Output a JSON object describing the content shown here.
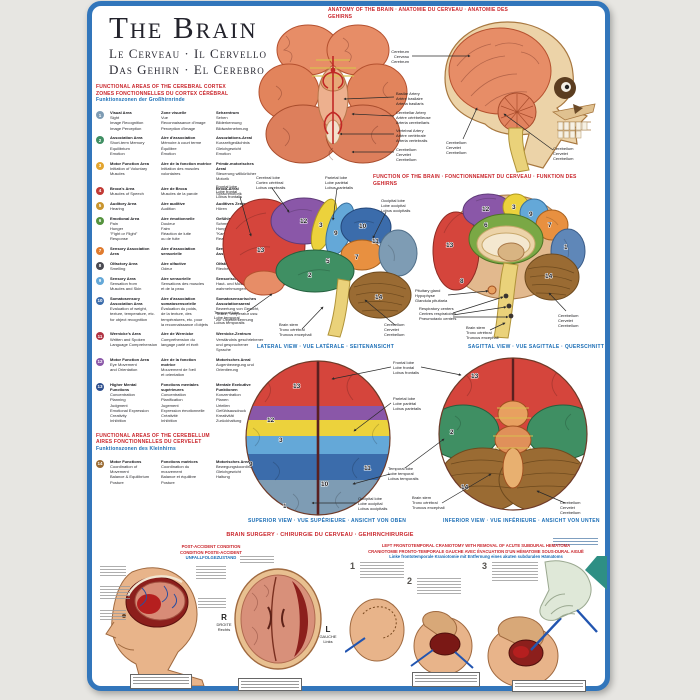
{
  "title": {
    "main": "The Brain",
    "sub1": "Le Cerveau · Il Cervello",
    "sub2": "Das Gehirn · El Cerebro"
  },
  "headers": {
    "anatomy": "ANATOMY OF THE BRAIN · ANATOMIE DU CERVEAU · ANATOMIE DES GEHIRNS",
    "function": "FUNCTION OF THE BRAIN · FONCTIONNEMENT DU CERVEAU · FUNKTION DES GEHIRNS",
    "surgery": "BRAIN SURGERY · CHIRURGIE DU CERVEAU · GEHIRNCHIRURGIE",
    "cortex_en": "FUNCTIONAL AREAS OF THE CEREBRAL CORTEX",
    "cortex_fr": "ZONES FONCTIONNELLES DU CORTEX CÉRÉBRAL",
    "cortex_de": "Funktionszonen der Großhirnrinde",
    "cereb_en": "FUNCTIONAL AREAS OF THE CEREBELLUM",
    "cereb_fr": "AIRES FONCTIONNELLES DU CERVELET",
    "cereb_de": "Funktionszonen des Kleinhirns"
  },
  "captions": {
    "lateral": "LATERAL VIEW · VUE LATÉRALE · SEITENANSICHT",
    "sagittal": "SAGITTAL VIEW · VUE SAGITTALE · QUERSCHNITT",
    "superior": "SUPERIOR VIEW · VUE SUPÉRIEURE · ANSICHT VON OBEN",
    "inferior": "INFERIOR VIEW · VUE INFÉRIEURE · ANSICHT VON UNTEN"
  },
  "labels": {
    "basilar": "Basilar Artery\nArtère basilaire\nArteria basilaris",
    "cerebellar_artery": "Cerebellar Artery\nArtère cérébelleuse\nArteria cerebellaris",
    "vertebral": "Vertebral Artery\nArtère vertébrale\nArteria vertebralis",
    "cerebrum": "Cerebrum\nCerveau\nCerebrum",
    "cerebellum": "Cerebellum\nCervelet\nCerebellum",
    "frontal": "Frontal lobe\nLobe frontal\nLobus frontalis",
    "cerebral": "Cerebral lobe\nCortex cérébral\nLobus cerebralis",
    "parietal": "Parietal lobe\nLobe pariétal\nLobus parietalis",
    "occipital": "Occipital lobe\nLobe occipital\nLobus occipitalis",
    "temporal": "Temporal lobe\nLobe temporal\nLobus temporalis",
    "brainstem": "Brain stem\nTronc cérébral\nTruncus encephali",
    "pituitary": "Pituitary gland\nHypophyse\nGlandula pituitaria",
    "respiratory": "Respiratory centers\nCentres respiratoires\nPneumotaxic centers"
  },
  "cortex_items": [
    {
      "n": "1",
      "color": "#7e9cb4",
      "en_t": "Visual Area",
      "en_b": "Sight\nImage Recognition\nImage Perception",
      "fr_t": "Zone visuelle",
      "fr_b": "Vue\nReconnaissance d'image\nPerception d'image",
      "de_t": "Sehzentrum",
      "de_b": "Sehen\nBilderkennung\nBildwahrnehmung"
    },
    {
      "n": "2",
      "color": "#3f8f63",
      "en_t": "Association Area",
      "en_b": "Short-term Memory\nEquilibrium\nEmotion",
      "fr_t": "Aire d'association",
      "fr_b": "Mémoire à court terme\nÉquilibre\nÉmotion",
      "de_t": "Assoziations-Areal",
      "de_b": "Kurzzeitgedächtnis\nGleichgewicht\nEmotion"
    },
    {
      "n": "3",
      "color": "#e3a52f",
      "en_t": "Motor Function Area",
      "en_b": "Initiation of Voluntary\nMuscles",
      "fr_t": "Aire de la fonction motrice",
      "fr_b": "Initiation des muscles\nvolontaires",
      "de_t": "Primär-motorisches Areal",
      "de_b": "Steuerung willkürlicher\nMotorik"
    },
    {
      "n": "4",
      "color": "#c23a35",
      "en_t": "Broca's Area",
      "en_b": "Muscles of Speech",
      "fr_t": "Aire de Broca",
      "fr_b": "Muscles de la parole",
      "de_t": "Broca-Areal",
      "de_b": "Sprachmotorik"
    },
    {
      "n": "5",
      "color": "#c9952e",
      "en_t": "Auditory Area",
      "en_b": "Hearing",
      "fr_t": "Aire auditive",
      "fr_b": "Audition",
      "de_t": "Auditives Zentrum",
      "de_b": "Hören"
    },
    {
      "n": "6",
      "color": "#55933e",
      "en_t": "Emotional Area",
      "en_b": "Pain\nHunger\n\"Fight or Flight\"\nResponse",
      "fr_t": "Aire émotionnelle",
      "fr_b": "Douleur\nFaim\nRéaction de lutte\nou de fuite",
      "de_t": "Gefühlszentrum",
      "de_b": "Schmerz\nHunger\n\"Kampf/Flucht\"-\nReaktion"
    },
    {
      "n": "7",
      "color": "#e07b2e",
      "en_t": "Sensory Association\nArea",
      "en_b": "",
      "fr_t": "Aire d'association\nsensorielle",
      "fr_b": "",
      "de_t": "Sensorisches\nAssoziationsareal",
      "de_b": ""
    },
    {
      "n": "8",
      "color": "#4a4a52",
      "en_t": "Olfactory Area",
      "en_b": "Smelling",
      "fr_t": "Aire olfactive",
      "fr_b": "Odeur",
      "de_t": "Olfaktorisches Areal",
      "de_b": "Riechen"
    },
    {
      "n": "9",
      "color": "#64a8d8",
      "en_t": "Sensory Area",
      "en_b": "Sensation from\nMuscles and Skin",
      "fr_t": "Aire sensorielle",
      "fr_b": "Sensations des muscles\net de la peau",
      "de_t": "Sensorisches Areal",
      "de_b": "Haut- und Muskel-\nwahrnehmungen"
    },
    {
      "n": "10",
      "color": "#3b6cab",
      "en_t": "Somatosensory\nAssociation Area",
      "en_b": "Evaluation of weight,\ntexture, temperature, etc.\nfor object recognition",
      "fr_t": "Aire d'association\nsomatosensorielle",
      "fr_b": "Évaluation du poids,\nde la texture, des\ntempératures, etc. pour\nla reconnaissance d'objets",
      "de_t": "Somatosensorisches\nAssoziationsareal",
      "de_b": "Bewertung von Gewicht,\nTextur, Temperatur usw.\nzur Objekterkennung"
    },
    {
      "n": "11",
      "color": "#b03343",
      "en_t": "Wernicke's Area",
      "en_b": "Written and Spoken\nLanguage Comprehension",
      "fr_t": "Aire de Wernicke",
      "fr_b": "Compréhension du\nlangage parlé et écrit",
      "de_t": "Wernicke-Zentrum",
      "de_b": "Verständnis geschriebener\nund gesprochener Sprache"
    },
    {
      "n": "12",
      "color": "#8a57a8",
      "en_t": "Motor Function Area",
      "en_b": "Eye Movement\nand Orientation",
      "fr_t": "Aire de la fonction\nmotrice",
      "fr_b": "Mouvement de l'œil\net orientation",
      "de_t": "Motorisches Areal",
      "de_b": "Augenbewegung und\nOrientierung"
    },
    {
      "n": "13",
      "color": "#2e4f8e",
      "en_t": "Higher Mental\nFunctions",
      "en_b": "Concentration\nPlanning\nJudgment\nEmotional Expression\nCreativity\nInhibition",
      "fr_t": "Fonctions mentales\nsupérieures",
      "fr_b": "Concentration\nPlanification\nJugement\nExpression émotionnelle\nCréativité\nInhibition",
      "de_t": "Mentale Exekutive\nFunktionen",
      "de_b": "Konzentration\nPlanen\nUrteilen\nGefühlsausdruck\nKreativität\nZurückhaltung"
    },
    {
      "n": "14",
      "color": "#9a6b33",
      "en_t": "Motor Functions",
      "en_b": "Coordination of\nMovement\nBalance & Equilibrium\nPosture",
      "fr_t": "Fonctions motrices",
      "fr_b": "Coordination du\nmouvement\nBalance et équilibre\nPosture",
      "de_t": "Motorisches Areal",
      "de_b": "Bewegungskoordination\nGleichgewicht\nHaltung"
    }
  ],
  "view_numbers": {
    "lateral": [
      "13",
      "12",
      "3",
      "9",
      "10",
      "7",
      "11",
      "5",
      "2",
      "14"
    ],
    "sagittal": [
      "13",
      "12",
      "3",
      "9",
      "7",
      "6",
      "1",
      "8",
      "14"
    ],
    "superior": [
      "13",
      "12",
      "3",
      "9",
      "10",
      "11",
      "1"
    ],
    "inferior": [
      "13",
      "2",
      "14"
    ]
  },
  "surgery": {
    "left_en": "POST-ACCIDENT CONDITION",
    "left_fr": "CONDITION POSTE-ACCIDENT",
    "left_de": "UNFALLFOLGEZUSTAND",
    "right_en": "LEFT FRONTOTEMPORAL CRANIOTOMY WITH REMOVAL OF ACUTE SUBDURAL HEMATOMA",
    "right_fr": "CRANIOTOMIE FRONTO-TEMPORALE GAUCHE AVEC ÉVACUATION D'UN HÉMATOME SOUS-DURAL AIGUË",
    "right_de": "Linke frontotemporale Kraniotomie mit Entfernung eines akuten subduralen Hämatoms",
    "steps": [
      "1",
      "2",
      "3"
    ],
    "r": "R",
    "droite": "DROITE",
    "rechts": "Rechts",
    "l": "L",
    "gauche": "GAUCHE",
    "links": "Links"
  },
  "colors": {
    "border": "#3276bb",
    "red_header": "#c9252b",
    "blue_header": "#1a6db5",
    "brain_coral": "#e78d67",
    "skull_beige": "#ecd3a8"
  }
}
